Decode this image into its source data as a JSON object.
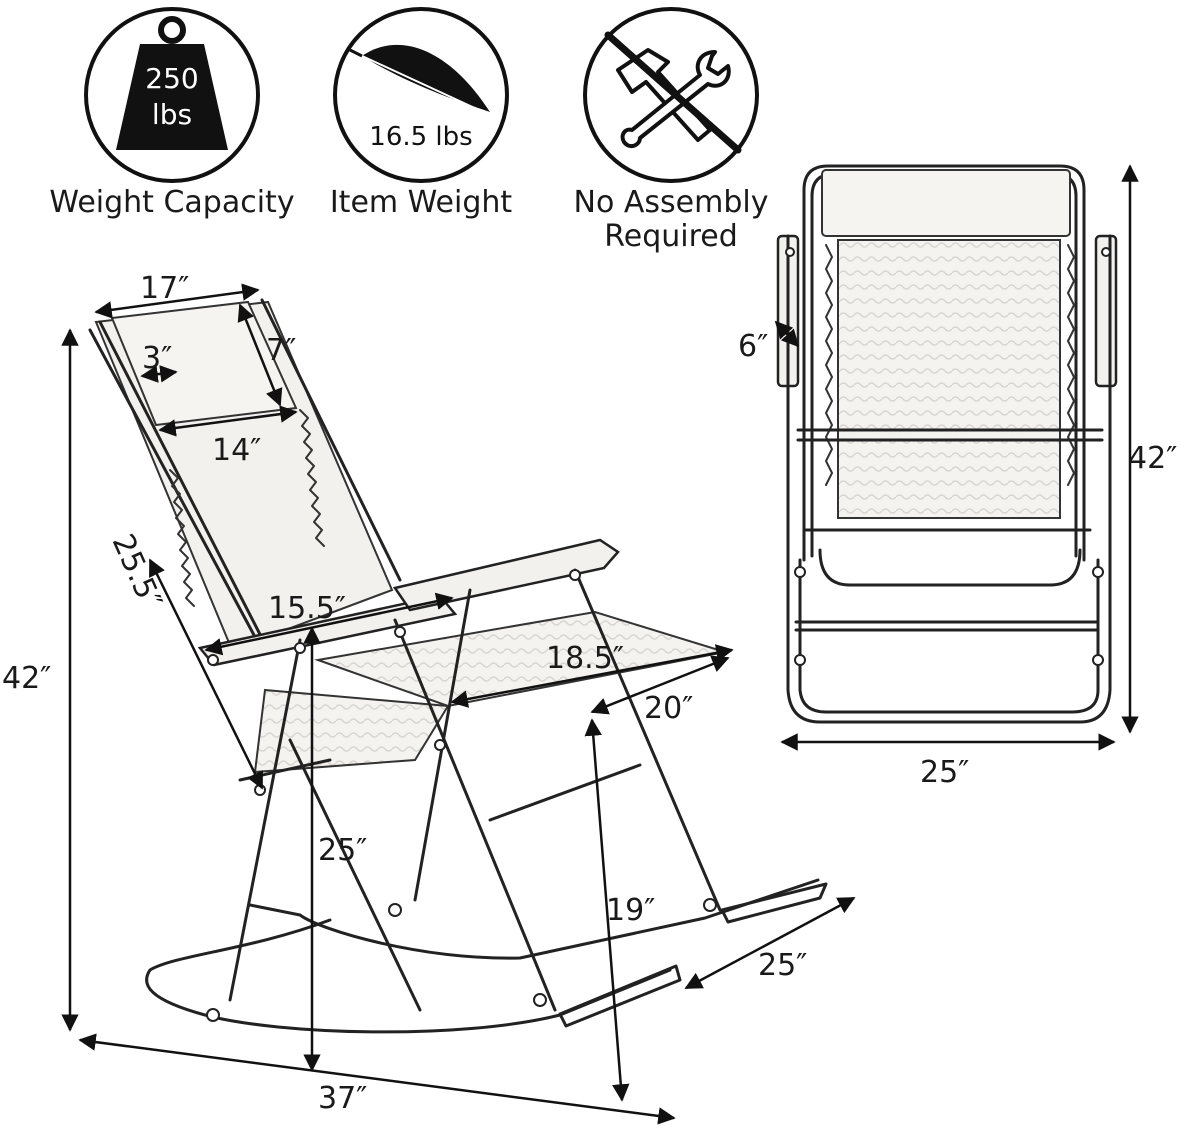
{
  "badges": [
    {
      "icon": "weight-icon",
      "icon_text_top": "250",
      "icon_text_bottom": "lbs",
      "caption": "Weight Capacity"
    },
    {
      "icon": "feather-icon",
      "icon_text": "16.5 lbs",
      "caption": "Item Weight"
    },
    {
      "icon": "no-tools-icon",
      "caption_line1": "No Assembly",
      "caption_line2": "Required"
    }
  ],
  "side_view": {
    "headrest_width": "17″",
    "headrest_height": "7″",
    "pillow_depth": "3″",
    "headrest_inner": "14″",
    "back_length": "25.5″",
    "total_height": "42″",
    "armrest_width": "15.5″",
    "seat_width": "18.5″",
    "seat_depth": "20″",
    "seat_height": "25″",
    "front_height": "19″",
    "base_width": "25″",
    "length": "37″"
  },
  "front_view": {
    "armrest_thickness": "6″",
    "height": "42″",
    "width": "25″"
  }
}
